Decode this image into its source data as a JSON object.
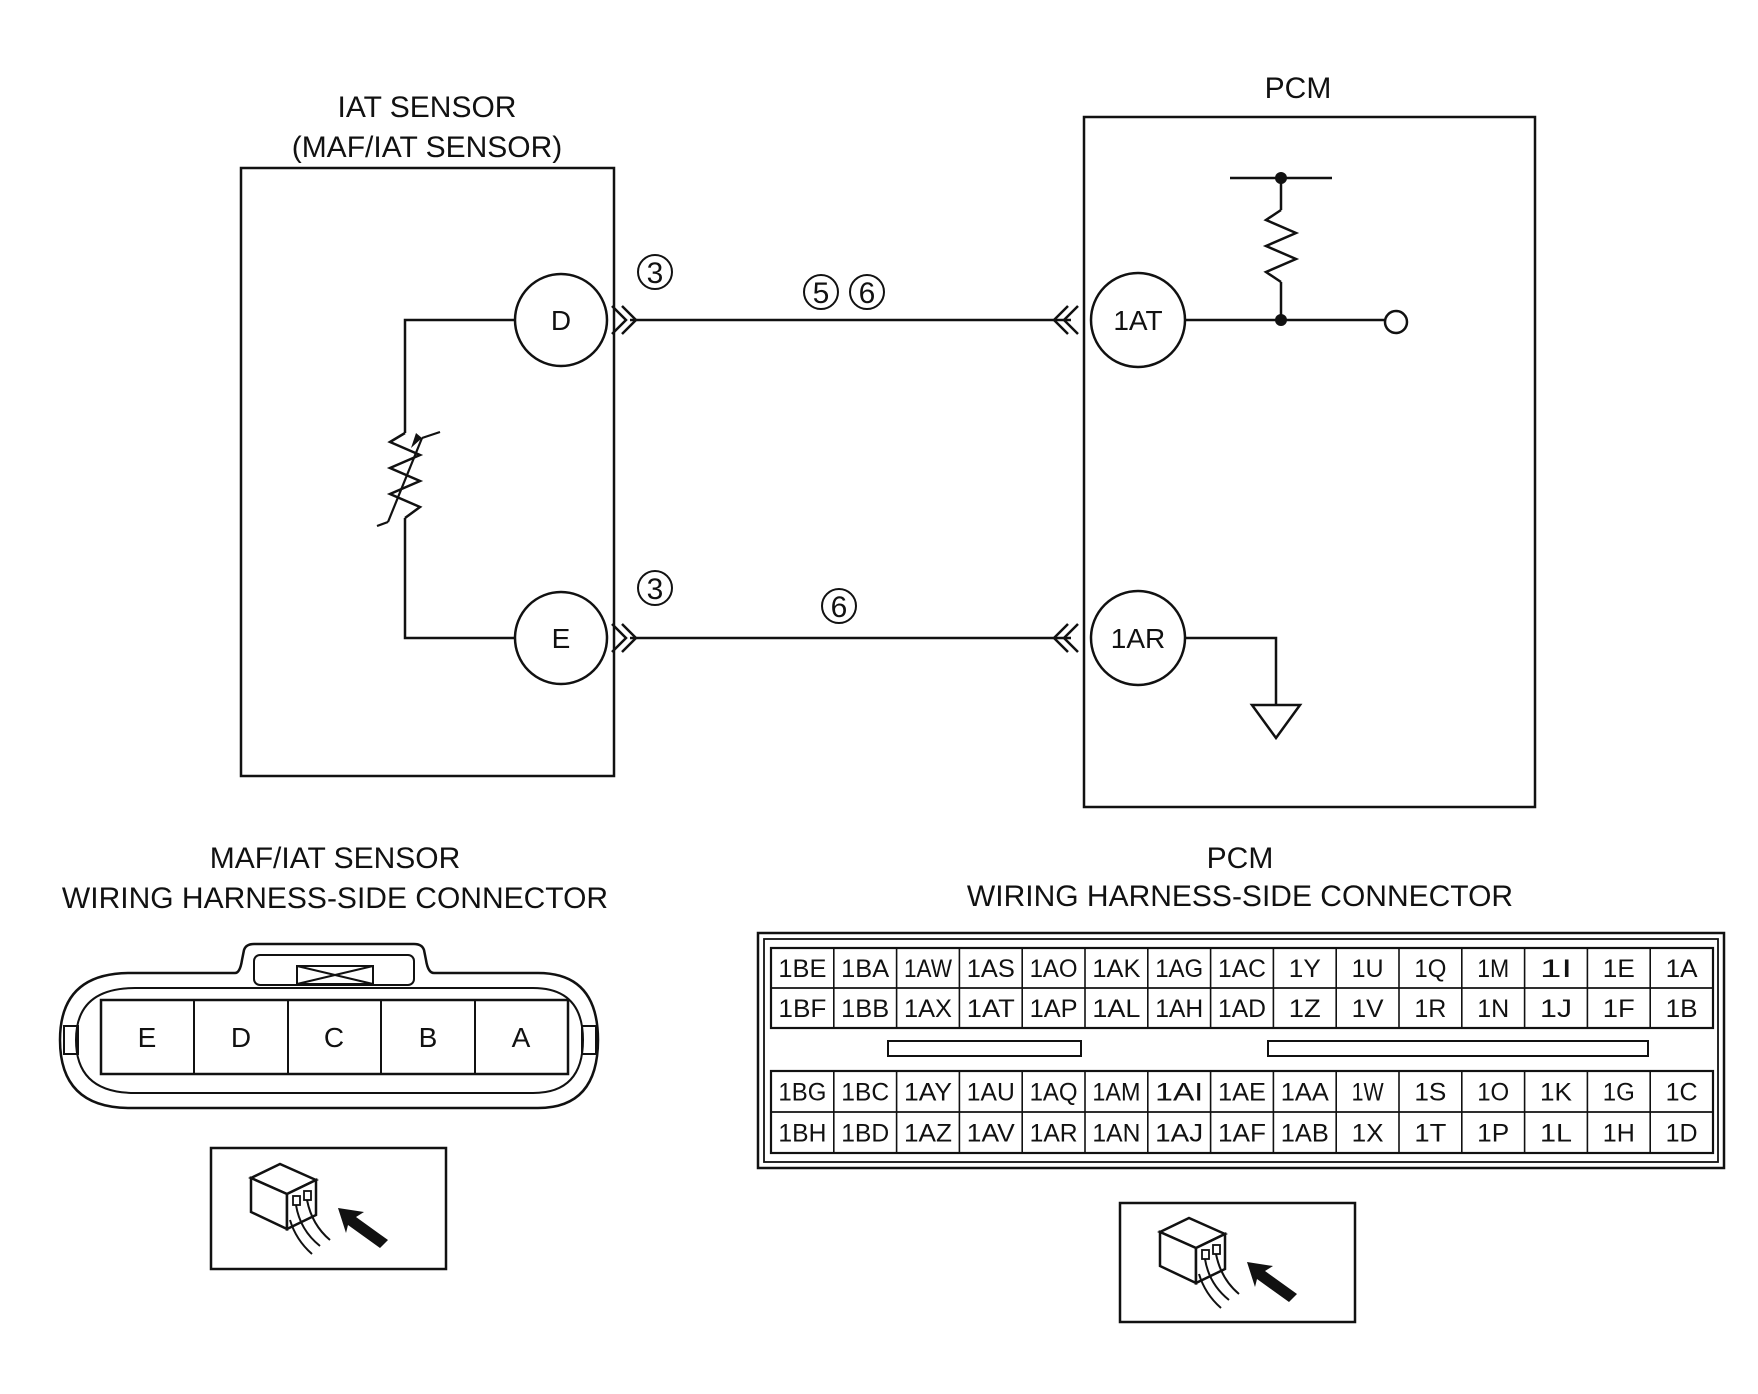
{
  "sensor": {
    "title_line1": "IAT SENSOR",
    "title_line2": "(MAF/IAT SENSOR)",
    "pins": {
      "top": "D",
      "bottom": "E"
    }
  },
  "pcm": {
    "title": "PCM",
    "pins": {
      "top": "1AT",
      "bottom": "1AR"
    }
  },
  "wire_tags": {
    "sensor_top": "3",
    "sensor_bottom": "3",
    "wire_top": [
      "5",
      "6"
    ],
    "wire_bottom": [
      "6"
    ]
  },
  "maf_connector": {
    "title_line1": "MAF/IAT SENSOR",
    "title_line2": "WIRING HARNESS-SIDE CONNECTOR",
    "pins": [
      "E",
      "D",
      "C",
      "B",
      "A"
    ]
  },
  "pcm_connector": {
    "title_line1": "PCM",
    "title_line2": "WIRING HARNESS-SIDE CONNECTOR",
    "upper_rows": [
      [
        "1BE",
        "1BA",
        "1AW",
        "1AS",
        "1AO",
        "1AK",
        "1AG",
        "1AC",
        "1Y",
        "1U",
        "1Q",
        "1M",
        "1I",
        "1E",
        "1A"
      ],
      [
        "1BF",
        "1BB",
        "1AX",
        "1AT",
        "1AP",
        "1AL",
        "1AH",
        "1AD",
        "1Z",
        "1V",
        "1R",
        "1N",
        "1J",
        "1F",
        "1B"
      ]
    ],
    "lower_rows": [
      [
        "1BG",
        "1BC",
        "1AY",
        "1AU",
        "1AQ",
        "1AM",
        "1AI",
        "1AE",
        "1AA",
        "1W",
        "1S",
        "1O",
        "1K",
        "1G",
        "1C"
      ],
      [
        "1BH",
        "1BD",
        "1AZ",
        "1AV",
        "1AR",
        "1AN",
        "1AJ",
        "1AF",
        "1AB",
        "1X",
        "1T",
        "1P",
        "1L",
        "1H",
        "1D"
      ]
    ]
  },
  "icons": [
    "harness-side-connector-icon",
    "harness-side-connector-icon"
  ]
}
